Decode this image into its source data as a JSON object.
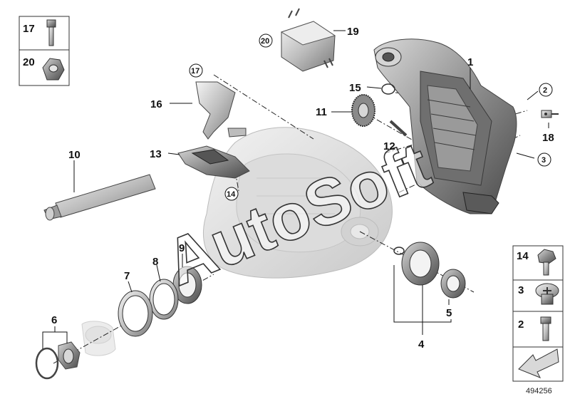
{
  "diagram": {
    "watermark": "AutoSoft",
    "catalog_number": "494256",
    "callouts": {
      "c1": "1",
      "c2": "2",
      "c3": "3",
      "c4": "4",
      "c5": "5",
      "c6": "6",
      "c7": "7",
      "c8": "8",
      "c9": "9",
      "c10": "10",
      "c11": "11",
      "c12": "12",
      "c13": "13",
      "c14": "14",
      "c15": "15",
      "c16": "16",
      "c17": "17",
      "c18": "18",
      "c19": "19",
      "c20": "20"
    },
    "top_left_box": {
      "r1": "17",
      "r2": "20"
    },
    "right_box": {
      "r1": "14",
      "r2": "3",
      "r3": "2"
    }
  }
}
